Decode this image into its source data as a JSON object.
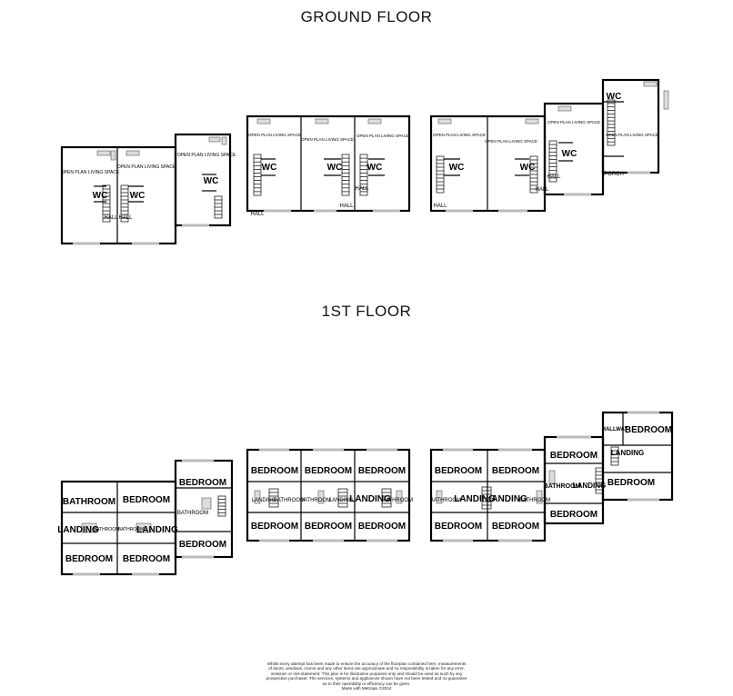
{
  "headings": {
    "ground": "GROUND FLOOR",
    "first": "1ST FLOOR"
  },
  "labels": {
    "open_plan": "OPEN PLAN LIVING SPACE",
    "wc": "WC",
    "hall": "HALL",
    "porch": "PORCH",
    "bedroom": "BEDROOM",
    "bathroom": "BATHROOM",
    "landing": "LANDING",
    "hallway": "HALLWAY"
  },
  "disclaimer": {
    "line1": "Whilst every attempt has been made to ensure the accuracy of the floorplan contained here, measurements",
    "line2": "of doors, windows, rooms and any other items are approximate and no responsibility is taken for any error,",
    "line3": "omission or mis-statement. This plan is for illustrative purposes only and should be used as such by any",
    "line4": "prospective purchaser. The services, systems and appliances shown have not been tested and no guarantee",
    "line5": "as to their operability or efficiency can be given.",
    "line6": "Made with Metropix ©2024"
  }
}
